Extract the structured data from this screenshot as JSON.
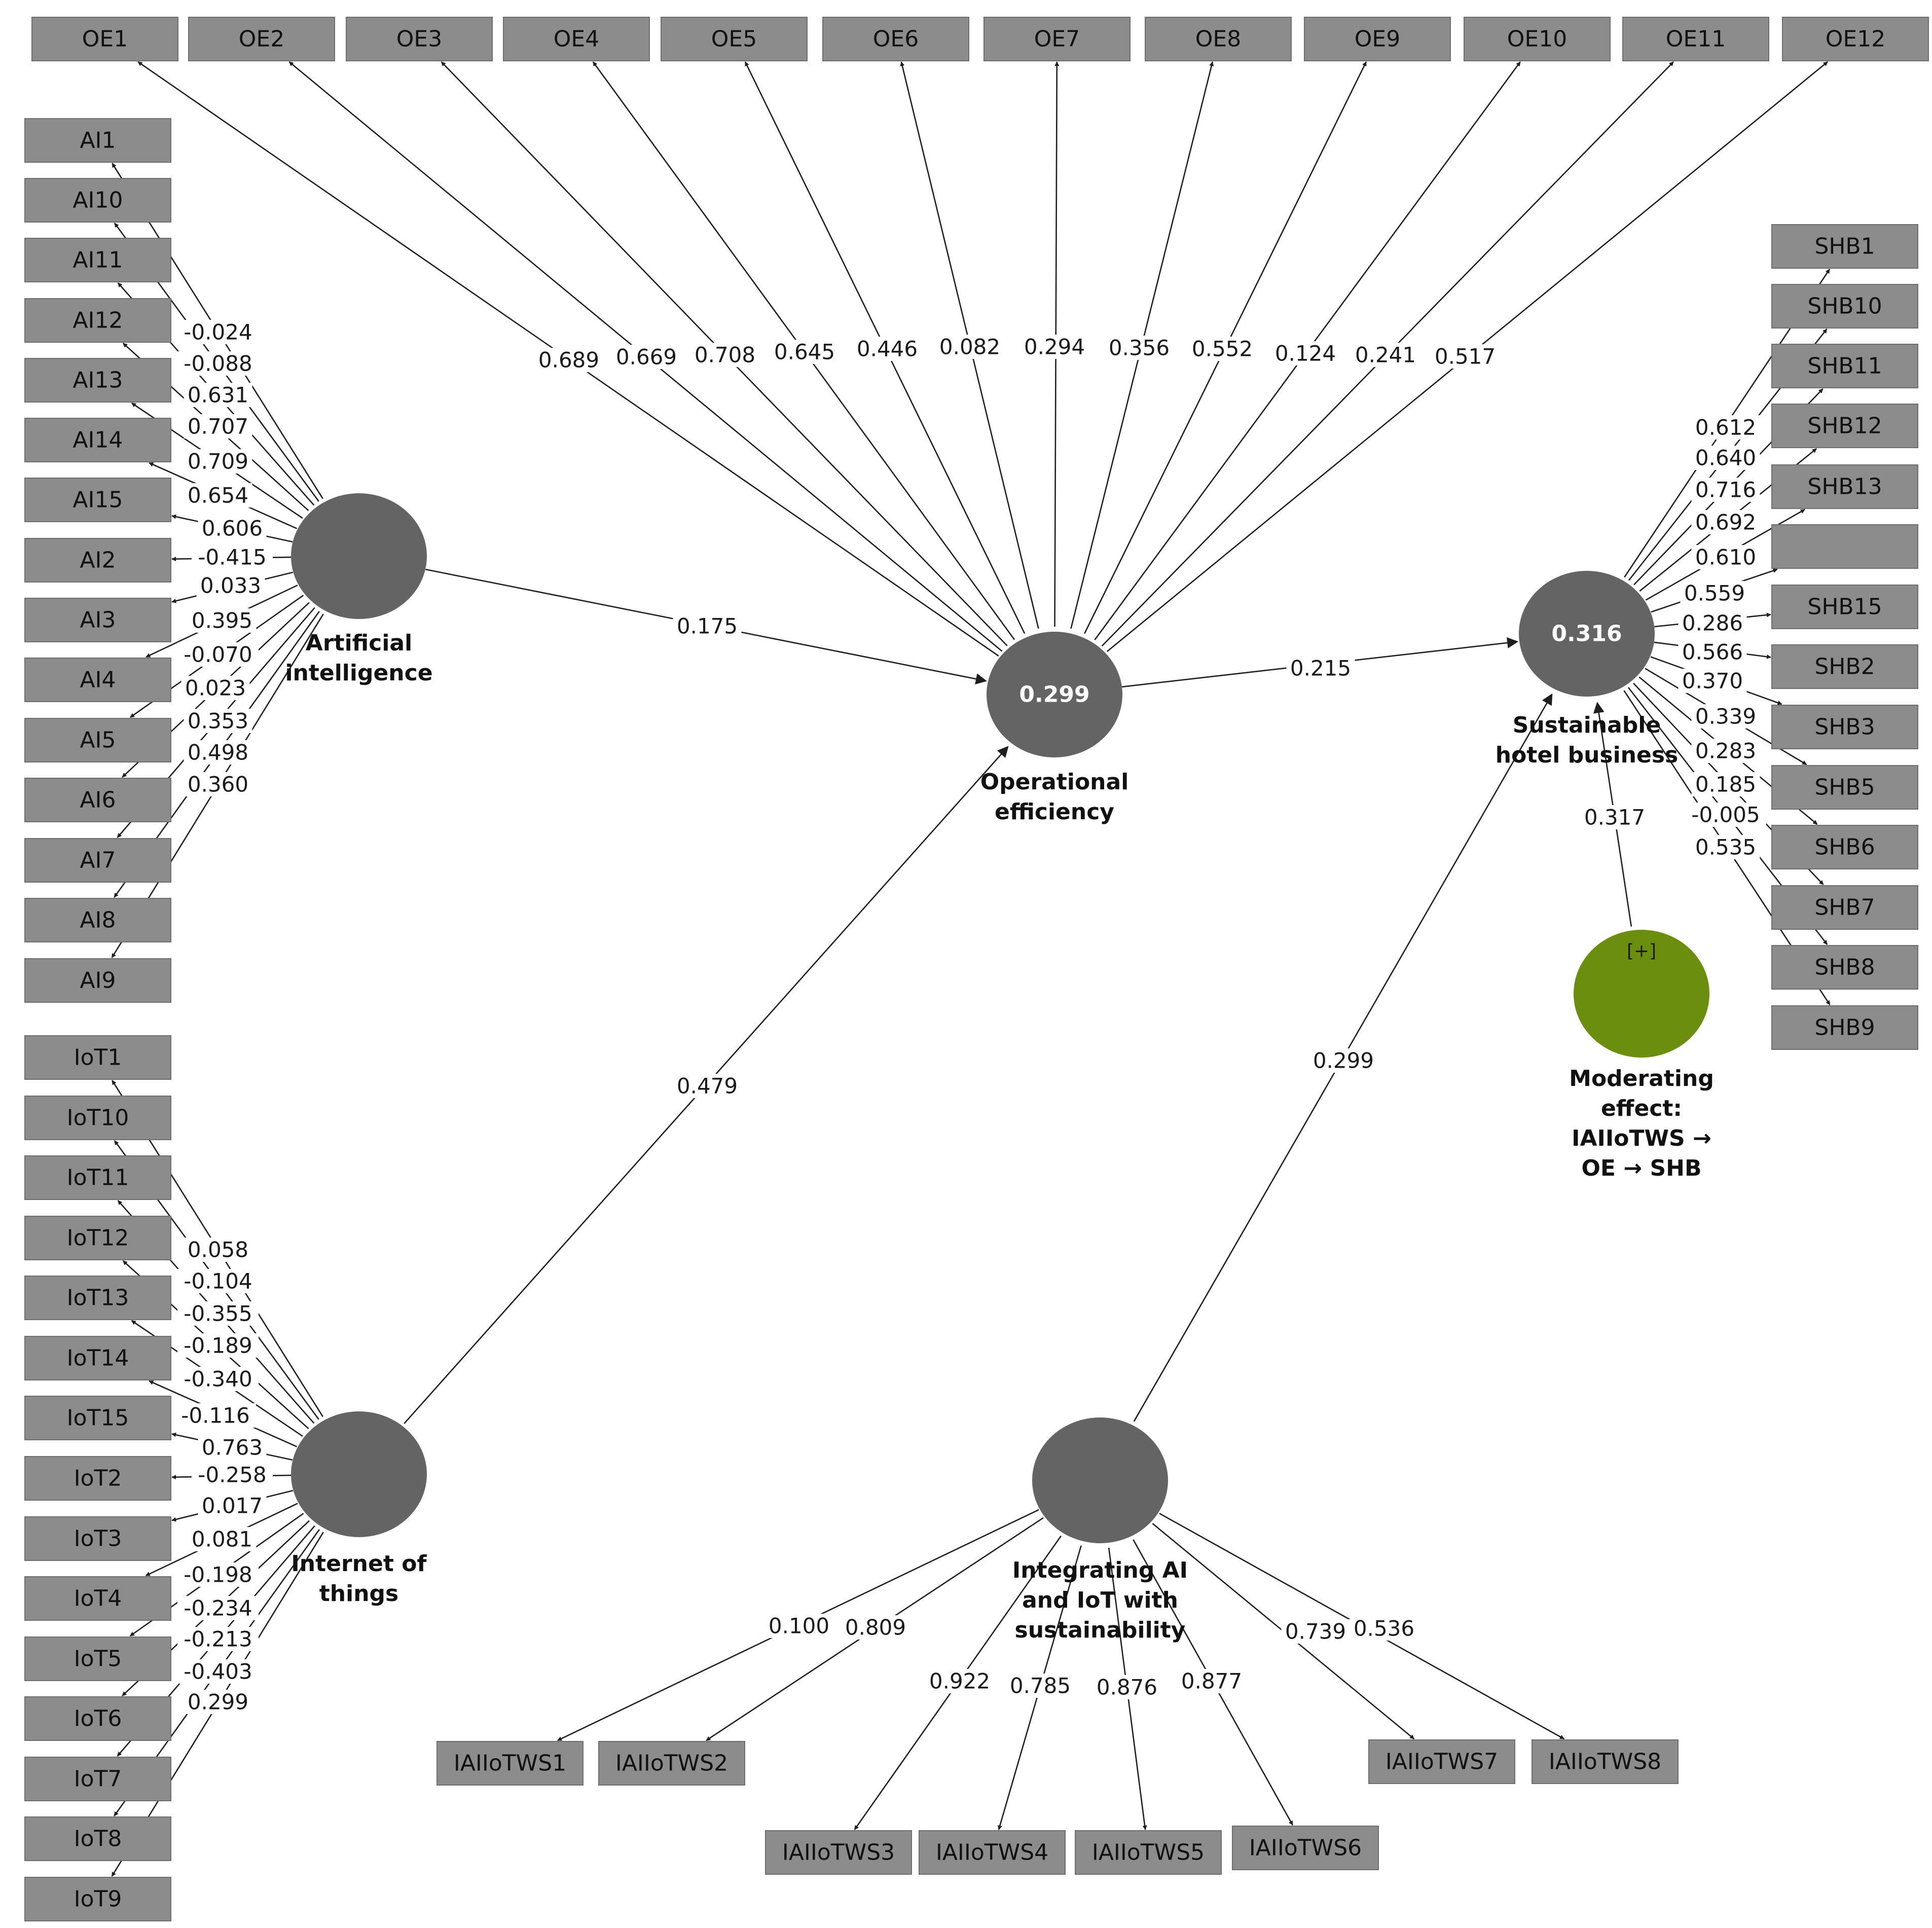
{
  "constructs": {
    "ai": {
      "name": "Artificial intelligence",
      "label_lines": [
        "Artificial",
        "intelligence"
      ],
      "r2": ""
    },
    "iot": {
      "name": "Internet of things",
      "label_lines": [
        "Internet of",
        "things"
      ],
      "r2": ""
    },
    "oe": {
      "name": "Operational efficiency",
      "label_lines": [
        "Operational",
        "efficiency"
      ],
      "r2": "0.299"
    },
    "shb": {
      "name": "Sustainable hotel business",
      "label_lines": [
        "Sustainable",
        "hotel business"
      ],
      "r2": "0.316"
    },
    "iaiiotws": {
      "name": "Integrating AI and IoT with sustainability",
      "label_lines": [
        "Integrating AI",
        "and IoT with",
        "sustainability"
      ],
      "r2": ""
    },
    "mod": {
      "name": "Moderating effect: IAIIoTWS → OE → SHB",
      "label_lines": [
        "Moderating",
        "effect:",
        "IAIIoTWS →",
        "OE → SHB"
      ],
      "symbol": "[+]"
    }
  },
  "indicators": {
    "oe": [
      {
        "name": "OE1",
        "loading": "0.689"
      },
      {
        "name": "OE2",
        "loading": "0.669"
      },
      {
        "name": "OE3",
        "loading": "0.708"
      },
      {
        "name": "OE4",
        "loading": "0.645"
      },
      {
        "name": "OE5",
        "loading": "0.446"
      },
      {
        "name": "OE6",
        "loading": "0.082"
      },
      {
        "name": "OE7",
        "loading": "0.294"
      },
      {
        "name": "OE8",
        "loading": "0.356"
      },
      {
        "name": "OE9",
        "loading": "0.552"
      },
      {
        "name": "OE10",
        "loading": "0.124"
      },
      {
        "name": "OE11",
        "loading": "0.241"
      },
      {
        "name": "OE12",
        "loading": "0.517"
      }
    ],
    "ai": [
      {
        "name": "AI1",
        "loading": "-0.024"
      },
      {
        "name": "AI10",
        "loading": "-0.088"
      },
      {
        "name": "AI11",
        "loading": "0.631"
      },
      {
        "name": "AI12",
        "loading": "0.707"
      },
      {
        "name": "AI13",
        "loading": "0.709"
      },
      {
        "name": "AI14",
        "loading": "0.654"
      },
      {
        "name": "AI15",
        "loading": "0.606"
      },
      {
        "name": "AI2",
        "loading": "-0.415"
      },
      {
        "name": "AI3",
        "loading": "0.033"
      },
      {
        "name": "AI4",
        "loading": "0.395"
      },
      {
        "name": "AI5",
        "loading": "-0.070"
      },
      {
        "name": "AI6",
        "loading": "0.023"
      },
      {
        "name": "AI7",
        "loading": "0.353"
      },
      {
        "name": "AI8",
        "loading": "0.498"
      },
      {
        "name": "AI9",
        "loading": "0.360"
      }
    ],
    "iot": [
      {
        "name": "IoT1",
        "loading": "0.058"
      },
      {
        "name": "IoT10",
        "loading": "-0.104"
      },
      {
        "name": "IoT11",
        "loading": "-0.355"
      },
      {
        "name": "IoT12",
        "loading": "-0.189"
      },
      {
        "name": "IoT13",
        "loading": "-0.340"
      },
      {
        "name": "IoT14",
        "loading": "-0.116"
      },
      {
        "name": "IoT15",
        "loading": "0.763"
      },
      {
        "name": "IoT2",
        "loading": "-0.258"
      },
      {
        "name": "IoT3",
        "loading": "0.017"
      },
      {
        "name": "IoT4",
        "loading": "0.081"
      },
      {
        "name": "IoT5",
        "loading": "-0.198"
      },
      {
        "name": "IoT6",
        "loading": "-0.234"
      },
      {
        "name": "IoT7",
        "loading": "-0.213"
      },
      {
        "name": "IoT8",
        "loading": "-0.403"
      },
      {
        "name": "IoT9",
        "loading": "0.299"
      }
    ],
    "shb": [
      {
        "name": "SHB1",
        "loading": "0.612"
      },
      {
        "name": "SHB10",
        "loading": "0.640"
      },
      {
        "name": "SHB11",
        "loading": "0.716"
      },
      {
        "name": "SHB12",
        "loading": "0.692"
      },
      {
        "name": "SHB13",
        "loading": "0.610"
      },
      {
        "name": "",
        "loading": "0.559"
      },
      {
        "name": "SHB15",
        "loading": "0.286"
      },
      {
        "name": "SHB2",
        "loading": "0.566"
      },
      {
        "name": "SHB3",
        "loading": "0.370"
      },
      {
        "name": "SHB5",
        "loading": "0.339"
      },
      {
        "name": "SHB6",
        "loading": "0.283"
      },
      {
        "name": "SHB7",
        "loading": "0.185"
      },
      {
        "name": "SHB8",
        "loading": "-0.005"
      },
      {
        "name": "SHB9",
        "loading": "0.535"
      }
    ],
    "iaiiotws": [
      {
        "name": "IAIIoTWS1",
        "loading": "0.100"
      },
      {
        "name": "IAIIoTWS2",
        "loading": "0.809"
      },
      {
        "name": "IAIIoTWS3",
        "loading": "0.922"
      },
      {
        "name": "IAIIoTWS4",
        "loading": "0.785"
      },
      {
        "name": "IAIIoTWS5",
        "loading": "0.876"
      },
      {
        "name": "IAIIoTWS6",
        "loading": "0.877"
      },
      {
        "name": "IAIIoTWS7",
        "loading": "0.739"
      },
      {
        "name": "IAIIoTWS8",
        "loading": "0.536"
      }
    ]
  },
  "paths": [
    {
      "from": "ai",
      "to": "oe",
      "coef": "0.175"
    },
    {
      "from": "iot",
      "to": "oe",
      "coef": "0.479"
    },
    {
      "from": "oe",
      "to": "shb",
      "coef": "0.215"
    },
    {
      "from": "iaiiotws",
      "to": "shb",
      "coef": "0.299"
    },
    {
      "from": "mod",
      "to": "shb",
      "coef": "0.317"
    }
  ],
  "colors": {
    "construct": "#646464",
    "indicator": "#8c8c8c",
    "moderator": "#6b8e0f",
    "line": "#1e1e1e"
  }
}
